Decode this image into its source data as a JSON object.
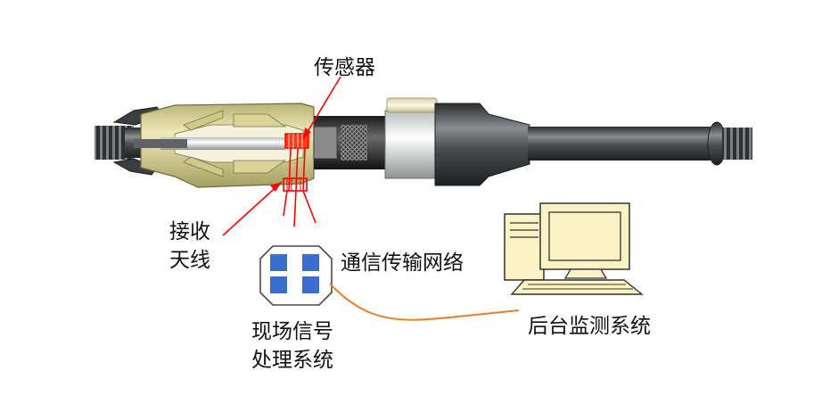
{
  "labels": {
    "sensor": "传感器",
    "receive_antenna": [
      "接收",
      "天线"
    ],
    "comm_network": "通信传输网络",
    "field_processing": [
      "现场信号",
      "处理系统"
    ],
    "backend_monitoring": "后台监测系统"
  },
  "colors": {
    "annotation": "#ff0000",
    "network_link": "#e87d2b",
    "processor_chip": "#3a6fcf",
    "computer_body": "#fbf3c4",
    "cable_body": "#55585a",
    "joint_housing": "#e2dd9e"
  },
  "icons": {
    "processor": "chip-module-icon",
    "computer": "desktop-computer-icon"
  }
}
